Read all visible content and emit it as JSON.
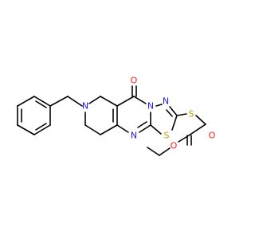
{
  "molecule": {
    "atoms": {
      "N_piperidine": "N",
      "O_carbonyl": "O",
      "N_thiadiazole_top": "N",
      "N_bridge": "N",
      "N_pyrimidine": "N",
      "S_thiadiazole": "S",
      "S_thioether": "S",
      "O_ester_carbonyl": "O",
      "O_ester": "O"
    },
    "colors": {
      "carbon": "#000000",
      "nitrogen": "#1a1aff",
      "oxygen": "#ff1a1a",
      "sulfur": "#b2a200"
    }
  }
}
